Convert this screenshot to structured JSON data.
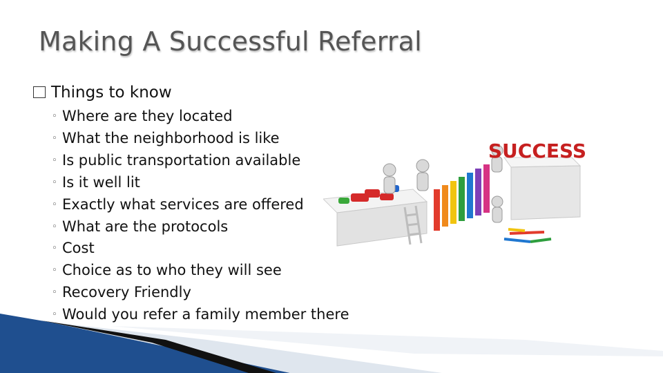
{
  "slide": {
    "title": "Making A Successful Referral",
    "main_bullet": "Things to know",
    "sub_bullets": [
      "Where are they located",
      "What the neighborhood is like",
      "Is public transportation available",
      "Is it well lit",
      "Exactly what services are offered",
      "What are the protocols",
      "Cost",
      "Choice as to who they will see",
      "Recovery Friendly",
      "Would you refer a family member there"
    ],
    "image_text": "SUCCESS",
    "image_icon": "success-staircase-illustration-icon",
    "colors": {
      "accent_red": "#c62020",
      "title_gray": "#555555",
      "footer_blue": "#1f4f8f"
    }
  }
}
